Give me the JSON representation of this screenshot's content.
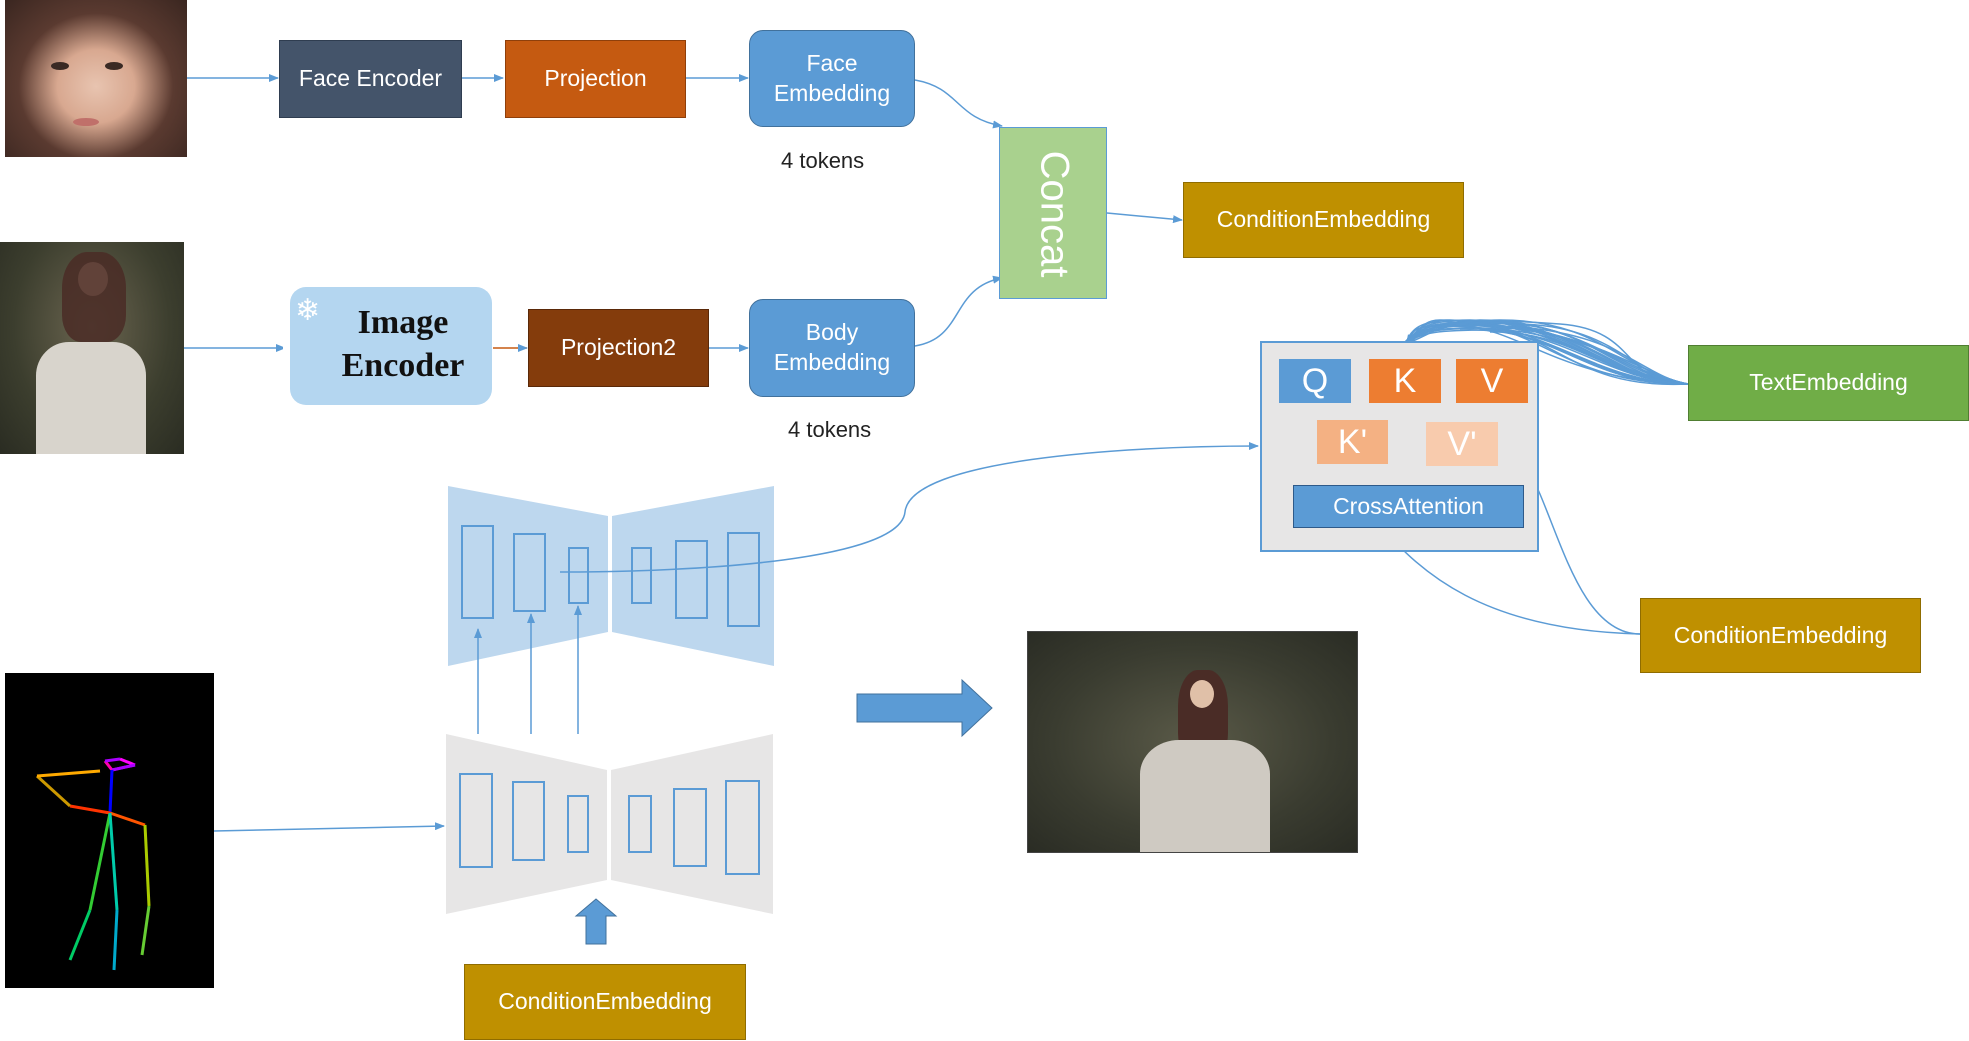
{
  "face_branch": {
    "face_encoder": "Face Encoder",
    "projection": "Projection",
    "face_embedding": "Face Embedding",
    "tokens": "4 tokens"
  },
  "body_branch": {
    "image_encoder": "Image Encoder",
    "projection2": "Projection2",
    "body_embedding": "Body Embedding",
    "tokens": "4 tokens"
  },
  "concat": "Concat",
  "condition_embedding": "ConditionEmbedding",
  "attention": {
    "q": "Q",
    "k": "K",
    "v": "V",
    "k_prime": "K'",
    "v_prime": "V'",
    "cross_attention": "CrossAttention"
  },
  "text_embedding": "TextEmbedding",
  "colors": {
    "slate": "#44546A",
    "orange_dark": "#C55A11",
    "brown": "#843C0C",
    "blue": "#5B9BD5",
    "green_light": "#A9D18E",
    "green": "#70AD47",
    "gold": "#BF9000",
    "orange": "#ED7D31",
    "peach": "#F4B183",
    "gray_panel": "#E7E6E6",
    "unet_blue": "#BDD7EE"
  }
}
